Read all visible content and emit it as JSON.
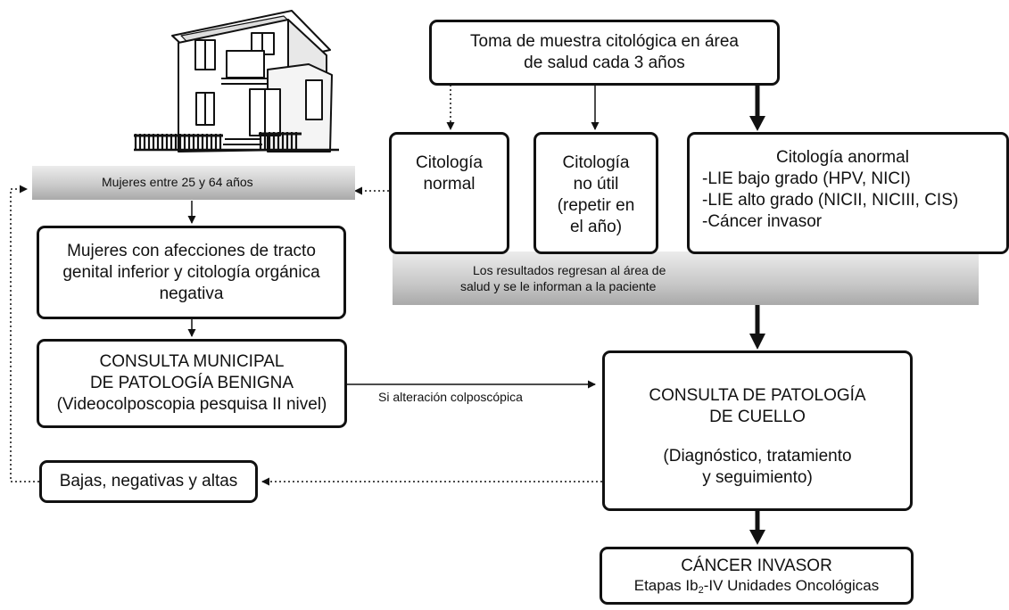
{
  "top_box": {
    "lines": [
      "Toma de muestra citológica en área",
      "de salud cada 3 años"
    ]
  },
  "cytology_normal": {
    "lines": [
      "Citología",
      "normal"
    ]
  },
  "cytology_not_useful": {
    "lines": [
      "Citología",
      "no útil",
      "(repetir en",
      "el año)"
    ]
  },
  "cytology_abnormal": {
    "title": "Citología anormal",
    "items": [
      "-LIE bajo grado (HPV, NICI)",
      "-LIE alto grado (NICII, NICIII, CIS)",
      "-Cáncer invasor"
    ]
  },
  "women_band": {
    "text": "Mujeres entre 25 y 64 años"
  },
  "results_band": {
    "lines": [
      "Los resultados regresan al área de",
      "salud y se le informan a la paciente"
    ]
  },
  "women_conditions": {
    "lines": [
      "Mujeres con afecciones de tracto",
      "genital inferior y citología orgánica",
      "negativa"
    ]
  },
  "municipal_consult": {
    "lines": [
      "CONSULTA MUNICIPAL",
      "DE PATOLOGÍA BENIGNA",
      "(Videocolposcopia pesquisa II nivel)"
    ]
  },
  "colposcopic_label": {
    "text": "Si alteración colposcópica"
  },
  "cervix_consult": {
    "lines": [
      "CONSULTA DE PATOLOGÍA",
      "DE CUELLO"
    ],
    "sub_lines": [
      "(Diagnóstico, tratamiento",
      "y seguimiento)"
    ]
  },
  "discharges": {
    "text": "Bajas, negativas y altas"
  },
  "invasive_cancer": {
    "title": "CÁNCER INVASOR",
    "stage_prefix": "Etapas Ib",
    "stage_sub": "2",
    "stage_suffix": "-IV Unidades Oncológicas"
  },
  "icons": {
    "building": "house-icon"
  },
  "colors": {
    "line": "#111111",
    "band_light": "#ececec",
    "band_dark": "#a9a9a9"
  }
}
